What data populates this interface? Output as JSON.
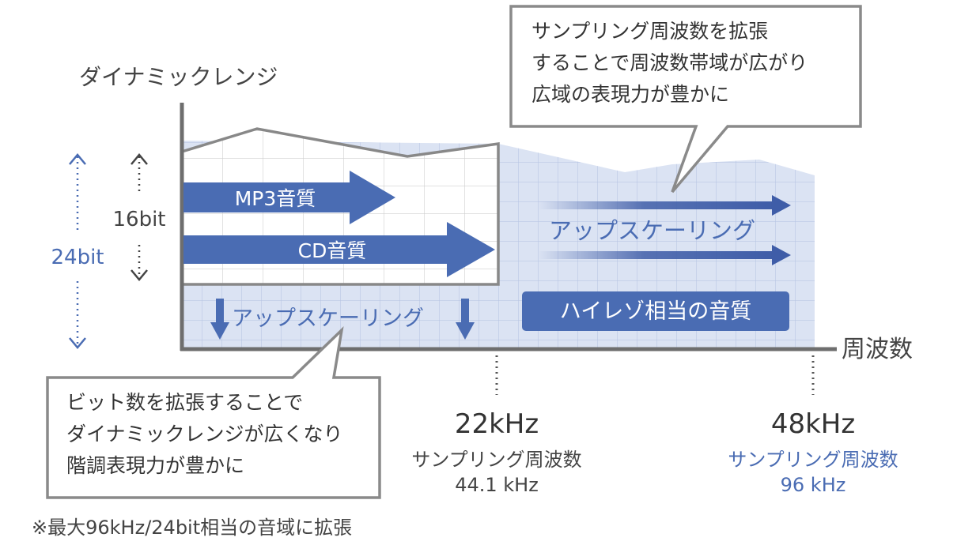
{
  "y_axis_label": "ダイナミックレンジ",
  "x_axis_label": "周波数",
  "bit_16": "16bit",
  "bit_24": "24bit",
  "mp3_label": "MP3音質",
  "cd_label": "CD音質",
  "upscaling_h": "アップスケーリング",
  "upscaling_v": "アップスケーリング",
  "hires_label": "ハイレゾ相当の音質",
  "callout_freq": [
    "サンプリング周波数を拡張",
    "することで周波数帯域が広がり",
    "広域の表現力が豊かに"
  ],
  "callout_bit": [
    "ビット数を拡張することで",
    "ダイナミックレンジが広くなり",
    "階調表現力が豊かに"
  ],
  "tick_22": {
    "value": "22kHz",
    "sub1": "サンプリング周波数",
    "sub2": "44.1 kHz"
  },
  "tick_48": {
    "value": "48kHz",
    "sub1": "サンプリング周波数",
    "sub2": "96 kHz"
  },
  "footnote": "※最大96kHz/24bit相当の音域に拡張",
  "colors": {
    "accent": "#4a6cb3",
    "gray": "#6e6e6e",
    "area": "#dde4f3",
    "grid": "#b9c6e3",
    "text": "#333333"
  }
}
